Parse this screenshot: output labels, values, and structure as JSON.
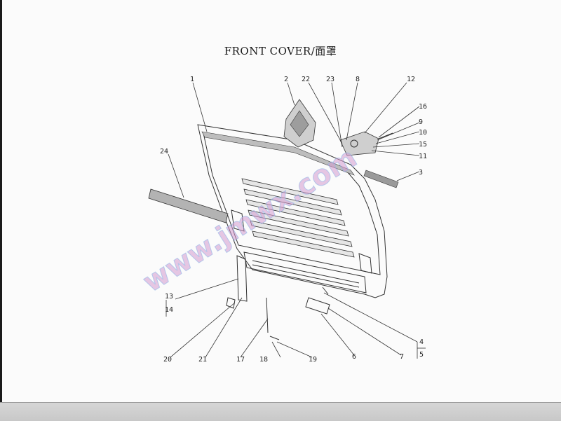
{
  "title": "FRONT COVER/面罩",
  "watermark": "www.jmwx.com",
  "callouts": [
    {
      "id": "c1",
      "text": "1"
    },
    {
      "id": "c2",
      "text": "2"
    },
    {
      "id": "c22",
      "text": "22"
    },
    {
      "id": "c23",
      "text": "23"
    },
    {
      "id": "c8",
      "text": "8"
    },
    {
      "id": "c12",
      "text": "12"
    },
    {
      "id": "c16",
      "text": "16"
    },
    {
      "id": "c9",
      "text": "9"
    },
    {
      "id": "c10",
      "text": "10"
    },
    {
      "id": "c15",
      "text": "15"
    },
    {
      "id": "c11",
      "text": "11"
    },
    {
      "id": "c3",
      "text": "3"
    },
    {
      "id": "c24",
      "text": "24"
    },
    {
      "id": "c13",
      "text": "13"
    },
    {
      "id": "c14",
      "text": "14"
    },
    {
      "id": "c20",
      "text": "20"
    },
    {
      "id": "c21",
      "text": "21"
    },
    {
      "id": "c17",
      "text": "17"
    },
    {
      "id": "c18",
      "text": "18"
    },
    {
      "id": "c19",
      "text": "19"
    },
    {
      "id": "c6",
      "text": "6"
    },
    {
      "id": "c7",
      "text": "7"
    },
    {
      "id": "c4",
      "text": "4"
    },
    {
      "id": "c5",
      "text": "5"
    }
  ]
}
